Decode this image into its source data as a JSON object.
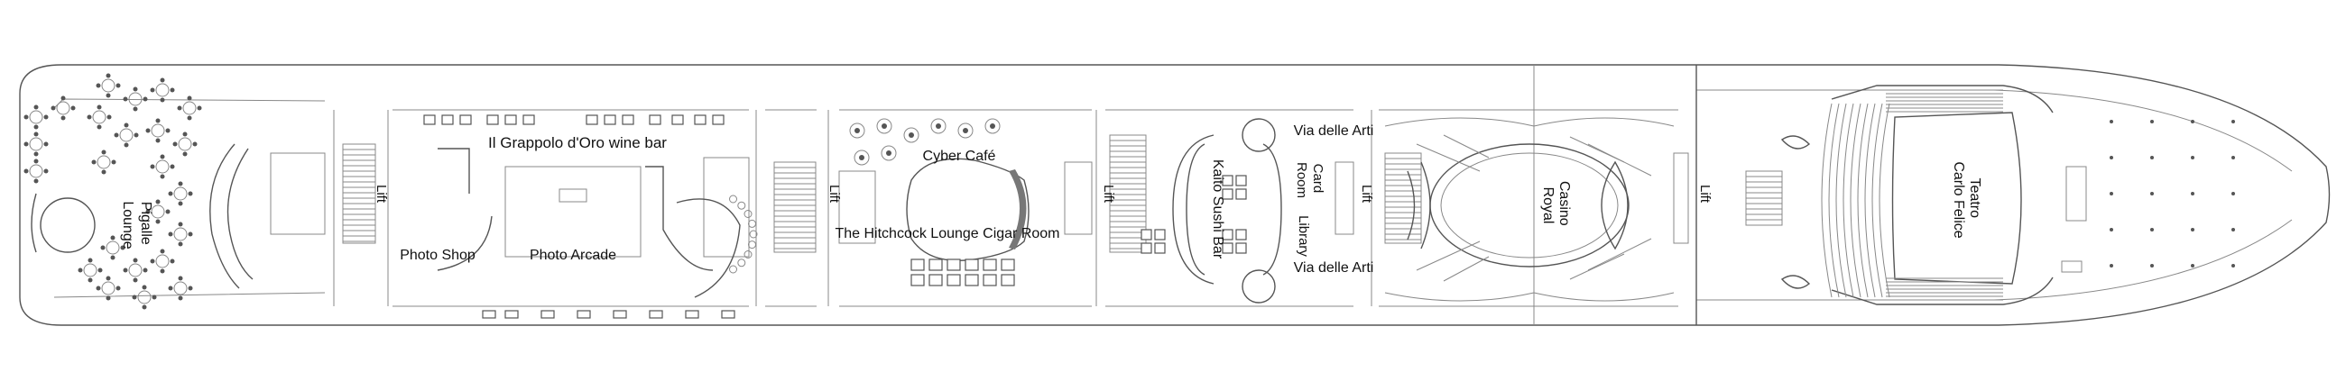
{
  "deck_plan": {
    "venues": [
      {
        "id": "pigalle",
        "lines": [
          "Pigalle",
          "Lounge"
        ]
      },
      {
        "id": "grappolo",
        "lines": [
          "Il Grappolo d'Oro wine bar"
        ]
      },
      {
        "id": "photo-shop",
        "lines": [
          "Photo Shop"
        ]
      },
      {
        "id": "photo-arcade",
        "lines": [
          "Photo Arcade"
        ]
      },
      {
        "id": "cyber-cafe",
        "lines": [
          "Cyber Café"
        ]
      },
      {
        "id": "hitchcock",
        "lines": [
          "The Hitchcock Lounge Cigar Room"
        ]
      },
      {
        "id": "kaito",
        "lines": [
          "Kaito Sushi Bar"
        ]
      },
      {
        "id": "card-room",
        "lines": [
          "Card",
          "Room"
        ]
      },
      {
        "id": "library",
        "lines": [
          "Library"
        ]
      },
      {
        "id": "via-top",
        "lines": [
          "Via delle Arti"
        ]
      },
      {
        "id": "via-bottom",
        "lines": [
          "Via delle Arti"
        ]
      },
      {
        "id": "casino",
        "lines": [
          "Casino",
          "Royal"
        ]
      },
      {
        "id": "teatro",
        "lines": [
          "Teatro",
          "Carlo Felice"
        ]
      }
    ],
    "lifts": [
      "Lift",
      "Lift",
      "Lift",
      "Lift",
      "Lift"
    ]
  }
}
